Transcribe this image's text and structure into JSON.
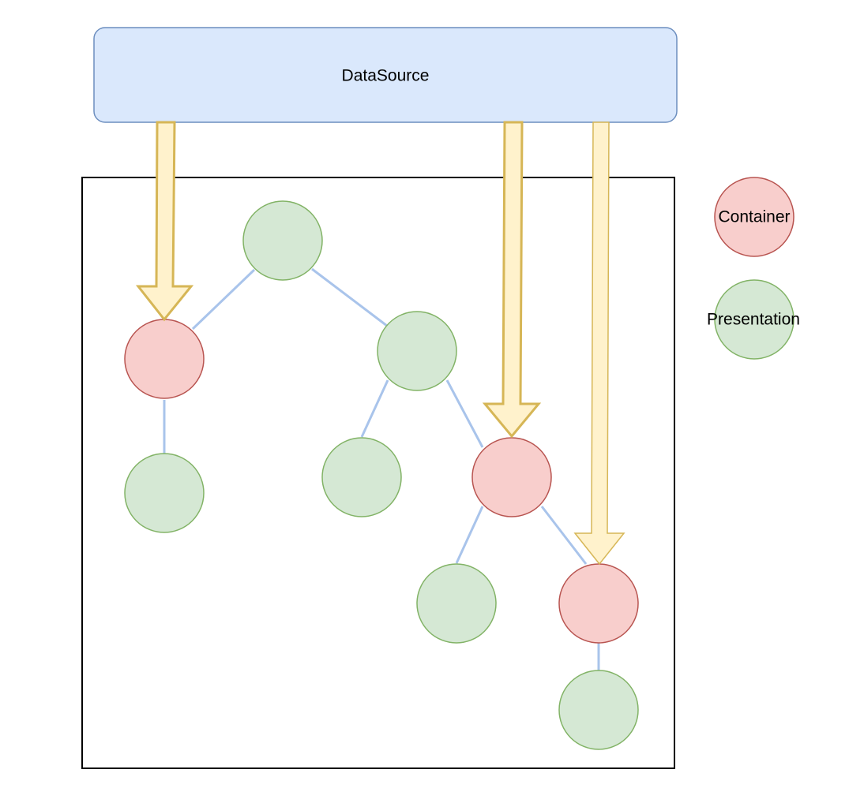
{
  "diagram": {
    "datasource_label": "DataSource",
    "legend": {
      "container_label": "Container",
      "presentation_label": "Presentation"
    },
    "node_kinds": {
      "container": "Container",
      "presentation": "Presentation"
    },
    "tree": {
      "root": {
        "kind": "presentation"
      },
      "children_of_root": [
        {
          "kind": "container",
          "fed_by_datasource": true,
          "children": [
            {
              "kind": "presentation"
            }
          ]
        },
        {
          "kind": "presentation",
          "children": [
            {
              "kind": "presentation"
            },
            {
              "kind": "container",
              "fed_by_datasource": true,
              "children": [
                {
                  "kind": "presentation"
                },
                {
                  "kind": "container",
                  "fed_by_datasource": true,
                  "children": [
                    {
                      "kind": "presentation"
                    }
                  ]
                }
              ]
            }
          ]
        }
      ]
    }
  },
  "colors": {
    "datasource_fill": "#dae8fc",
    "datasource_stroke": "#6c8ebf",
    "container_fill": "#f8cecc",
    "container_stroke": "#b85450",
    "presentation_fill": "#d5e8d4",
    "presentation_stroke": "#82b366",
    "edge": "#a9c4eb",
    "arrow_fill": "#fff2cc",
    "arrow_stroke": "#d6b656",
    "frame_stroke": "#000000"
  }
}
